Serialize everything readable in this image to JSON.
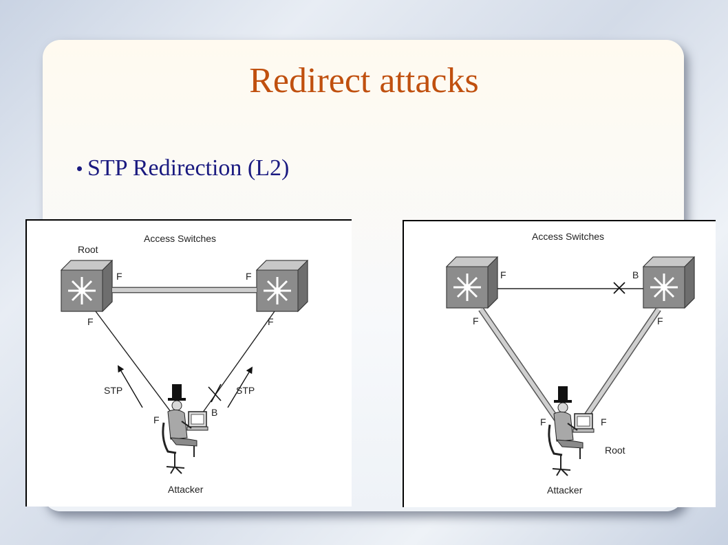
{
  "slide": {
    "title": "Redirect attacks",
    "bullets": [
      "STP Redirection (L2)"
    ]
  },
  "diagram_left": {
    "heading": "Access Switches",
    "root_label": "Root",
    "port_labels": {
      "root_right": "F",
      "root_bottom": "F",
      "switch_left": "F",
      "switch_bottom": "F",
      "attacker_left": "F",
      "attacker_right": "B"
    },
    "stp_left": "STP",
    "stp_right": "STP",
    "attacker_label": "Attacker"
  },
  "diagram_right": {
    "heading": "Access Switches",
    "port_labels": {
      "left_right": "F",
      "left_bottom": "F",
      "right_left": "B",
      "right_bottom": "F",
      "attacker_left": "F",
      "attacker_right": "F"
    },
    "root_label": "Root",
    "attacker_label": "Attacker"
  }
}
